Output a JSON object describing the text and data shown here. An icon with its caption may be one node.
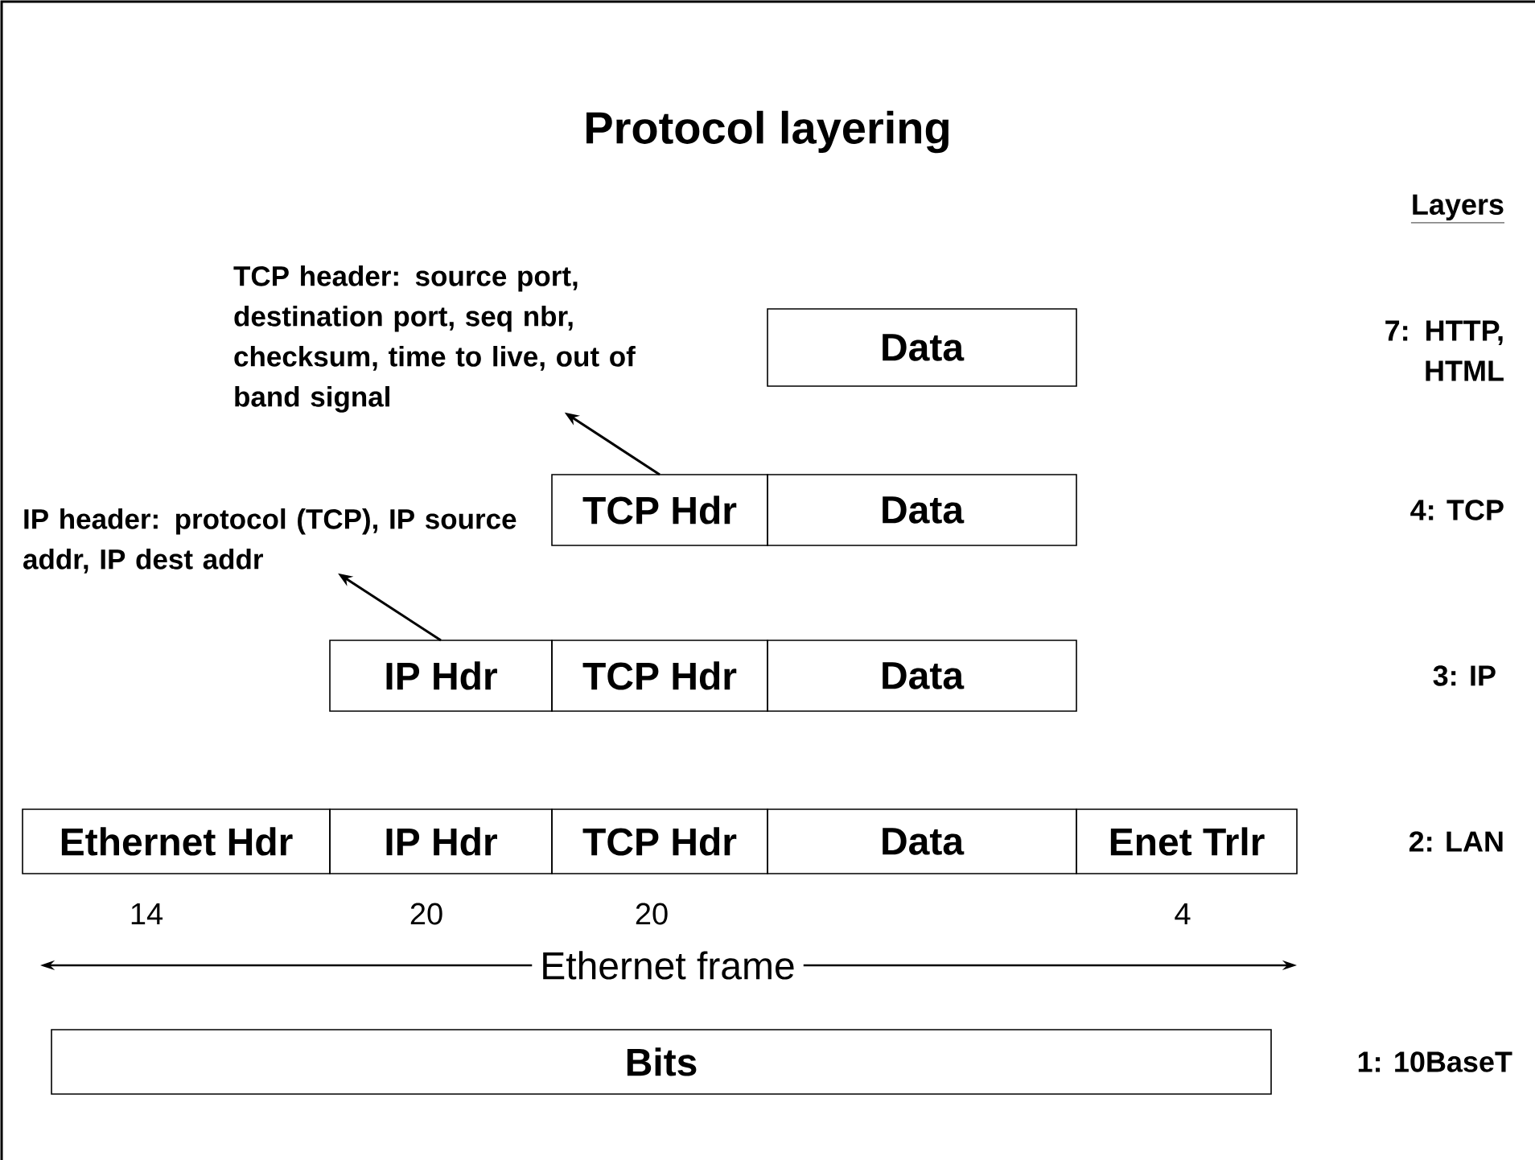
{
  "diagram": {
    "title": "Protocol layering",
    "nodes": [
      {
        "text": [
          "TCP header: source port, destination port, seq nbr, checksum, time to live, out of band signal"
        ]
      },
      {
        "text": [
          "Data"
        ]
      },
      {
        "text": [
          "TCP Hdr"
        ]
      },
      {
        "text": [
          "Data"
        ]
      },
      {
        "text": [
          "IP header: protocol (TCP), IP source addr, IP dest addr"
        ]
      },
      {
        "text": [
          "IP Hdr"
        ]
      },
      {
        "text": [
          "TCP Hdr"
        ]
      },
      {
        "text": [
          "Data"
        ]
      },
      {
        "text": [
          "Ethernet Hdr"
        ]
      },
      {
        "text": [
          "IP Hdr"
        ]
      },
      {
        "text": [
          "TCP Hdr"
        ]
      },
      {
        "text": [
          "Data"
        ]
      },
      {
        "text": [
          "Enet Trlr"
        ]
      },
      {
        "text": [
          "Bits"
        ]
      }
    ],
    "edges": [
      {
        "from": 2,
        "to": 0,
        "arrow": "to"
      },
      {
        "from": 5,
        "to": 4,
        "arrow": "to"
      }
    ],
    "labels": [
      "Layers",
      "7: HTTP, HTML",
      "4: TCP",
      "3: IP",
      "2: LAN",
      "14",
      "20",
      "20",
      "4",
      "Ethernet frame",
      "1: 10BaseT"
    ]
  }
}
